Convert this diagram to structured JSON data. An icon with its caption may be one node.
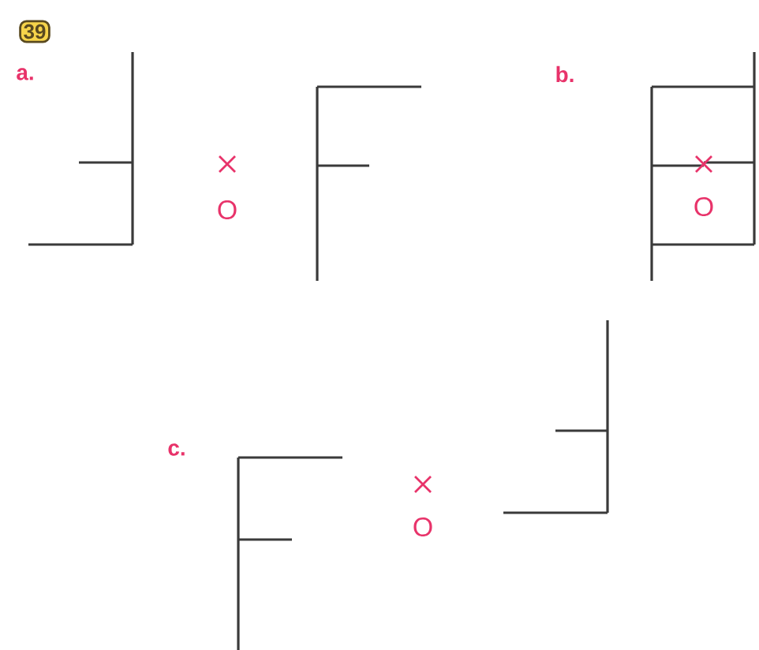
{
  "diagram": {
    "nodes": [
      {
        "text": [
          "39"
        ]
      }
    ],
    "labels": [
      "a.",
      "O",
      "b.",
      "O",
      "c.",
      "O"
    ]
  }
}
